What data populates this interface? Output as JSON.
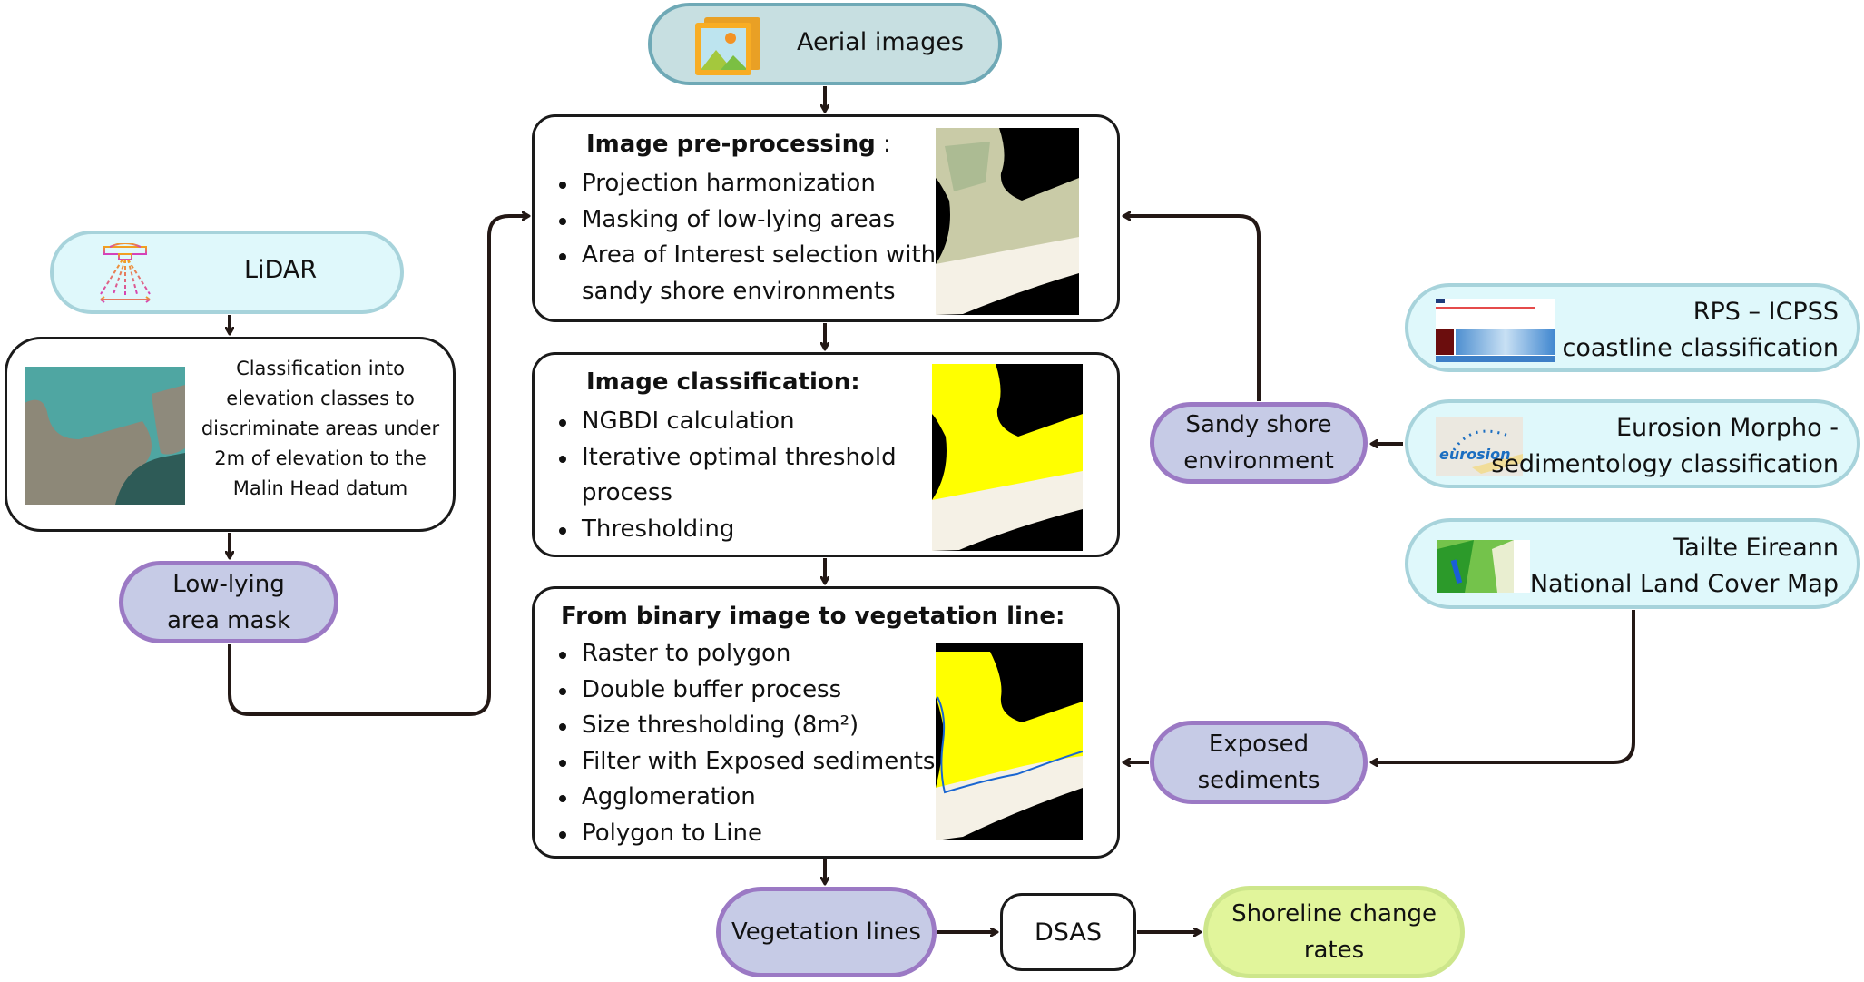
{
  "sources": {
    "aerial": {
      "label": "Aerial images",
      "icon": "picture-icon"
    },
    "lidar": {
      "label": "LiDAR",
      "icon": "lidar-scanner-icon"
    },
    "rps": {
      "line1": "RPS – ICPSS",
      "line2": "coastline classification",
      "thumbnail": "rps-report-thumbnail"
    },
    "eurosion": {
      "line1": "Eurosion Morpho -",
      "line2": "sedimentology classification",
      "thumbnail": "eurosion-logo",
      "logo_text": "eurosion"
    },
    "tailte": {
      "line1": "Tailte Eireann",
      "line2": "National Land Cover Map",
      "thumbnail": "land-cover-map-thumbnail"
    }
  },
  "lidar_classification": {
    "lines": [
      "Classification into",
      "elevation classes to",
      "discriminate areas under",
      "2m of elevation to the",
      "Malin Head datum"
    ]
  },
  "intermediate": {
    "low_lying": {
      "line1": "Low-lying",
      "line2": "area mask"
    },
    "sandy_shore": {
      "line1": "Sandy shore",
      "line2": "environment"
    },
    "exposed": {
      "line1": "Exposed",
      "line2": "sediments"
    }
  },
  "processes": {
    "preprocessing": {
      "title": "Image pre-processing",
      "title_suffix": " :",
      "steps": [
        "Projection harmonization",
        "Masking of low-lying areas",
        "Area of Interest selection with",
        "sandy shore environments"
      ]
    },
    "classification": {
      "title": "Image classification:",
      "steps": [
        "NGBDI calculation",
        "Iterative optimal threshold",
        "process",
        "Thresholding"
      ]
    },
    "vegetation_line": {
      "title": "From binary image to vegetation line:",
      "steps": [
        "Raster to polygon",
        "Double buffer process",
        "Size thresholding (8m²)",
        "Filter with Exposed sediments",
        "Agglomeration",
        "Polygon to Line"
      ]
    }
  },
  "outputs": {
    "vegetation_lines": "Vegetation lines",
    "dsas": "DSAS",
    "shoreline": {
      "line1": "Shoreline change",
      "line2": "rates"
    }
  },
  "colors": {
    "data_pill": "#dff8fb",
    "purple_pill": "#c6cbe6",
    "green_pill": "#e1f59b",
    "arrow": "#231815",
    "vegetation_yellow": "#ffff00"
  }
}
